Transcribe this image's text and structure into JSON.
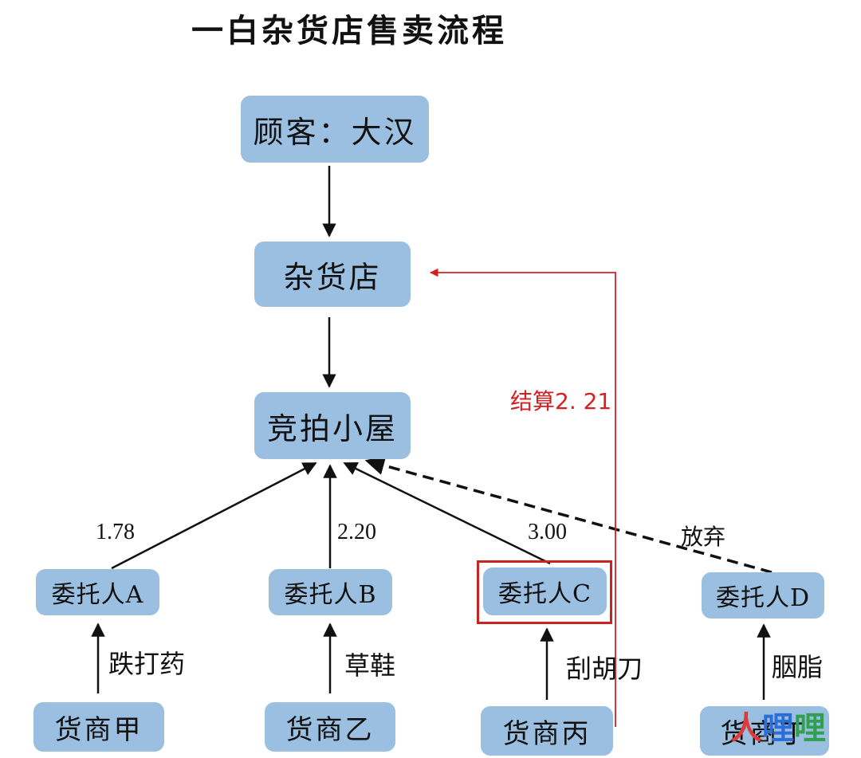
{
  "title": "一白杂货店售卖流程",
  "nodes": {
    "customer": "顾客：大汉",
    "store": "杂货店",
    "auction": "竞拍小屋",
    "agent_a": "委托人A",
    "agent_b": "委托人B",
    "agent_c": "委托人C",
    "agent_d": "委托人D",
    "vendor_a": "货商甲",
    "vendor_b": "货商乙",
    "vendor_c": "货商丙",
    "vendor_d": "货商丁"
  },
  "bids": {
    "a": "1.78",
    "b": "2.20",
    "c": "3.00",
    "d": "放弃"
  },
  "goods": {
    "a": "跌打药",
    "b": "草鞋",
    "c": "刮胡刀",
    "d": "胭脂"
  },
  "settlement": "结算2. 21",
  "watermark": [
    "人",
    "哩",
    "哩"
  ],
  "colors": {
    "node": "#9bbfe0",
    "highlight": "#cc2222",
    "settlement": "#d42020"
  }
}
